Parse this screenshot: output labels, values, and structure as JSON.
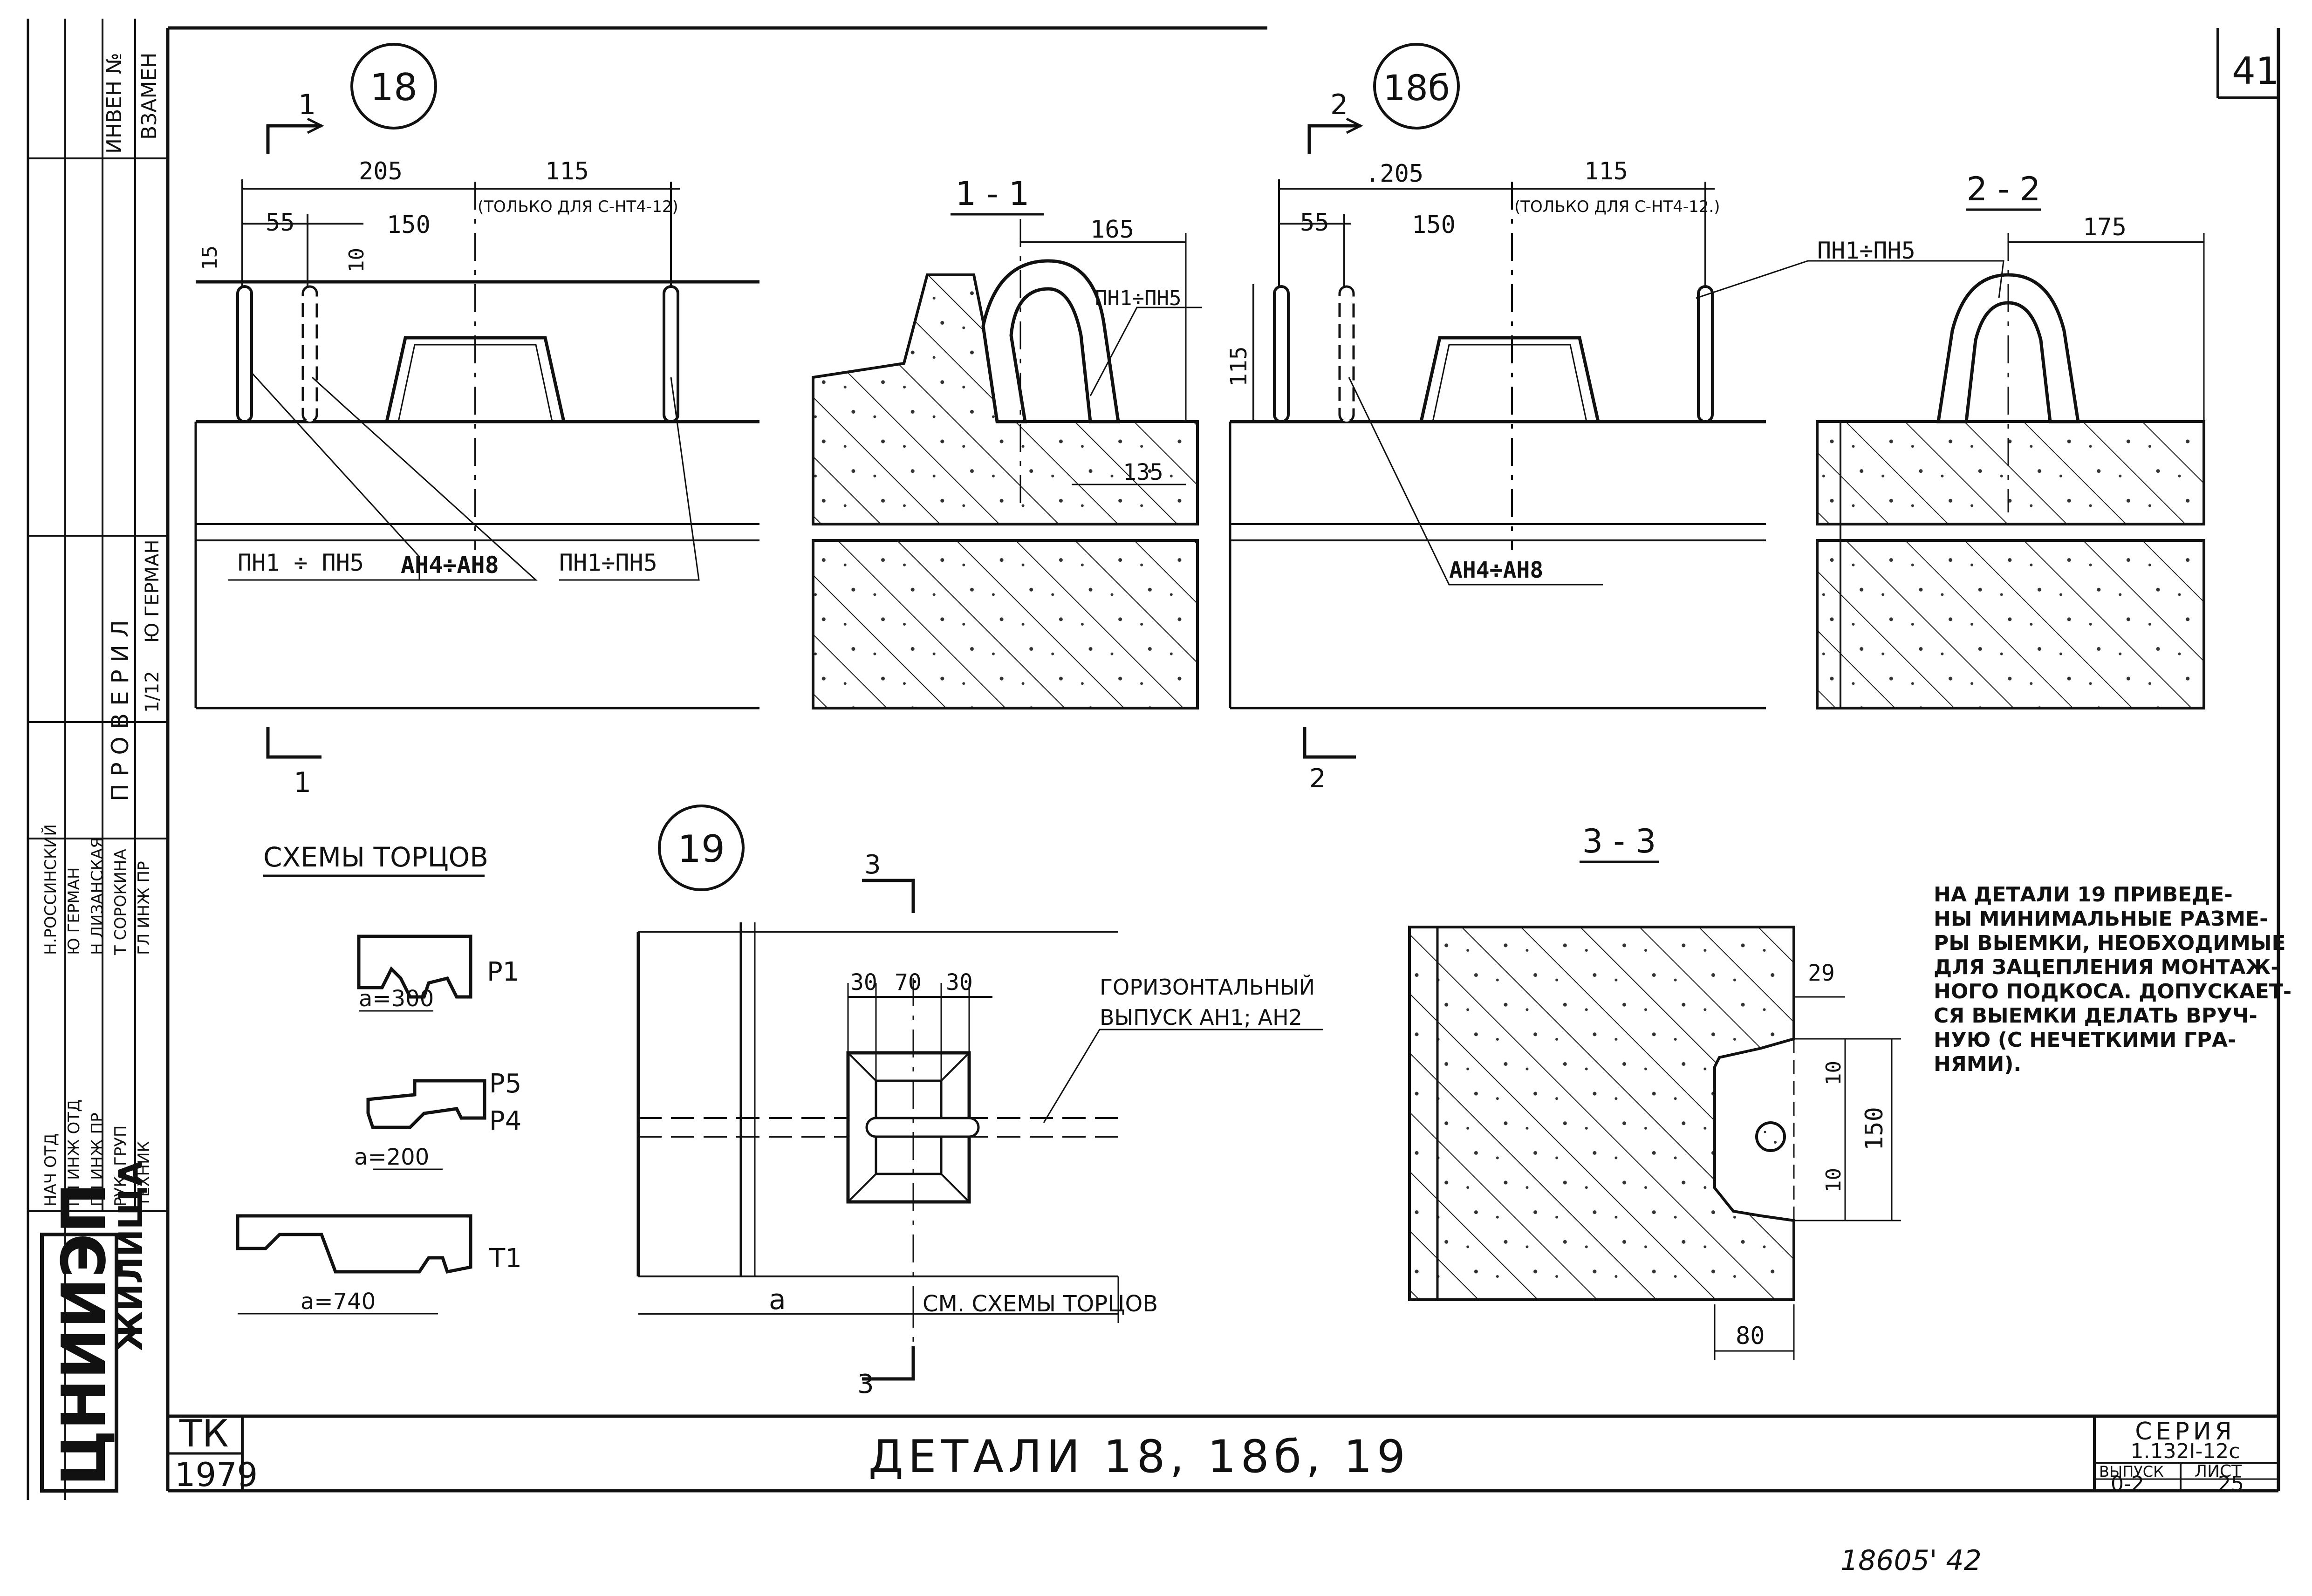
{
  "sheet_number": "41",
  "detail_bubbles": {
    "d18": "18",
    "d18b": "18б",
    "d19": "19"
  },
  "sections": {
    "s11": "1 - 1",
    "s22": "2 - 2",
    "s33": "3 - 3"
  },
  "section_marks": {
    "m1": "1",
    "m2": "2",
    "m3": "3"
  },
  "dims18": {
    "d205": "205",
    "d115": "115",
    "note": "(ТОЛЬКО ДЛЯ С-НТ4-12)",
    "d55": "55",
    "d150": "150",
    "d15": "15",
    "d10": "10"
  },
  "labels18": {
    "pn_left": "ПН1 ÷ ПН5",
    "an": "АН4÷АН8",
    "pn_right": "ПН1÷ПН5"
  },
  "sec11": {
    "d165": "165",
    "pn": "ПН1÷ПН5",
    "d135": "135"
  },
  "dims18b": {
    "d205": ".205",
    "d115": "115",
    "note": "(ТОЛЬКО ДЛЯ С-НТ4-12.)",
    "d55": "55",
    "d150": "150",
    "d115v": "115"
  },
  "labels18b": {
    "an": "АН4÷АН8"
  },
  "sec22": {
    "pn": "ПН1÷ПН5",
    "d175": "175"
  },
  "schemes": {
    "title": "СХЕМЫ ТОРЦОВ",
    "p1": "Р1",
    "a300": "а=300",
    "p5": "Р5",
    "p4": "Р4",
    "a200": "а=200",
    "t1": "Т1",
    "a740": "а=740"
  },
  "det19": {
    "d30a": "30",
    "d70": "70",
    "d30b": "30",
    "horiz1": "ГОРИЗОНТАЛЬНЫЙ",
    "horiz2": "ВЫПУСК АН1; АН2",
    "a": "а",
    "see": "СМ. СХЕМЫ ТОРЦОВ"
  },
  "sec33": {
    "d29": "29",
    "d10a": "10",
    "d150": "150",
    "d10b": "10",
    "d80": "80"
  },
  "note_lines": [
    "НА ДЕТАЛИ 19 ПРИВЕДЕ-",
    "НЫ МИНИМАЛЬНЫЕ РАЗМЕ-",
    "РЫ ВЫЕМКИ, НЕОБХОДИМЫЕ",
    "ДЛЯ ЗАЦЕПЛЕНИЯ МОНТАЖ-",
    "НОГО ПОДКОСА. ДОПУСКАЕТ-",
    "СЯ ВЫЕМКИ ДЕЛАТЬ ВРУЧ-",
    "НУЮ (С НЕЧЕТКИМИ ГРА-",
    "НЯМИ)."
  ],
  "title_block": {
    "tk": "ТК",
    "year": "1979",
    "title": "ДЕТАЛИ 18, 18б, 19",
    "series_label": "СЕРИЯ",
    "series_value": "1.132I-12с",
    "issue_label": "ВЫПУСК",
    "sheet_label": "ЛИСТ",
    "issue_value": "0-2",
    "sheet_value": "25"
  },
  "stamp": {
    "org_logo": "ЦНИИЭП",
    "org_text": "ЖИЛИЩА",
    "inv": "ИНВЕН №",
    "zamen": "ВЗАМЕН",
    "checked": "П Р О В Е Р И Л",
    "checker": "Ю ГЕРМАН",
    "ratio": "1/12"
  },
  "stamp_rows": [
    {
      "role": "НАЧ ОТД",
      "name": "Н.РОССИНСКИЙ"
    },
    {
      "role": "ГЛ ИНЖ ОТД",
      "name": "Ю ГЕРМАН"
    },
    {
      "role": "ГЛ ИНЖ ПР",
      "name": "Н ЛИЗАНСКАЯ"
    },
    {
      "role": "РУК. ГРУП",
      "name": "Т СОРОКИНА"
    },
    {
      "role": "ТЕХНИК",
      "name": "ГЛ ИНЖ ПР"
    }
  ],
  "footer_number": "18605' 42"
}
